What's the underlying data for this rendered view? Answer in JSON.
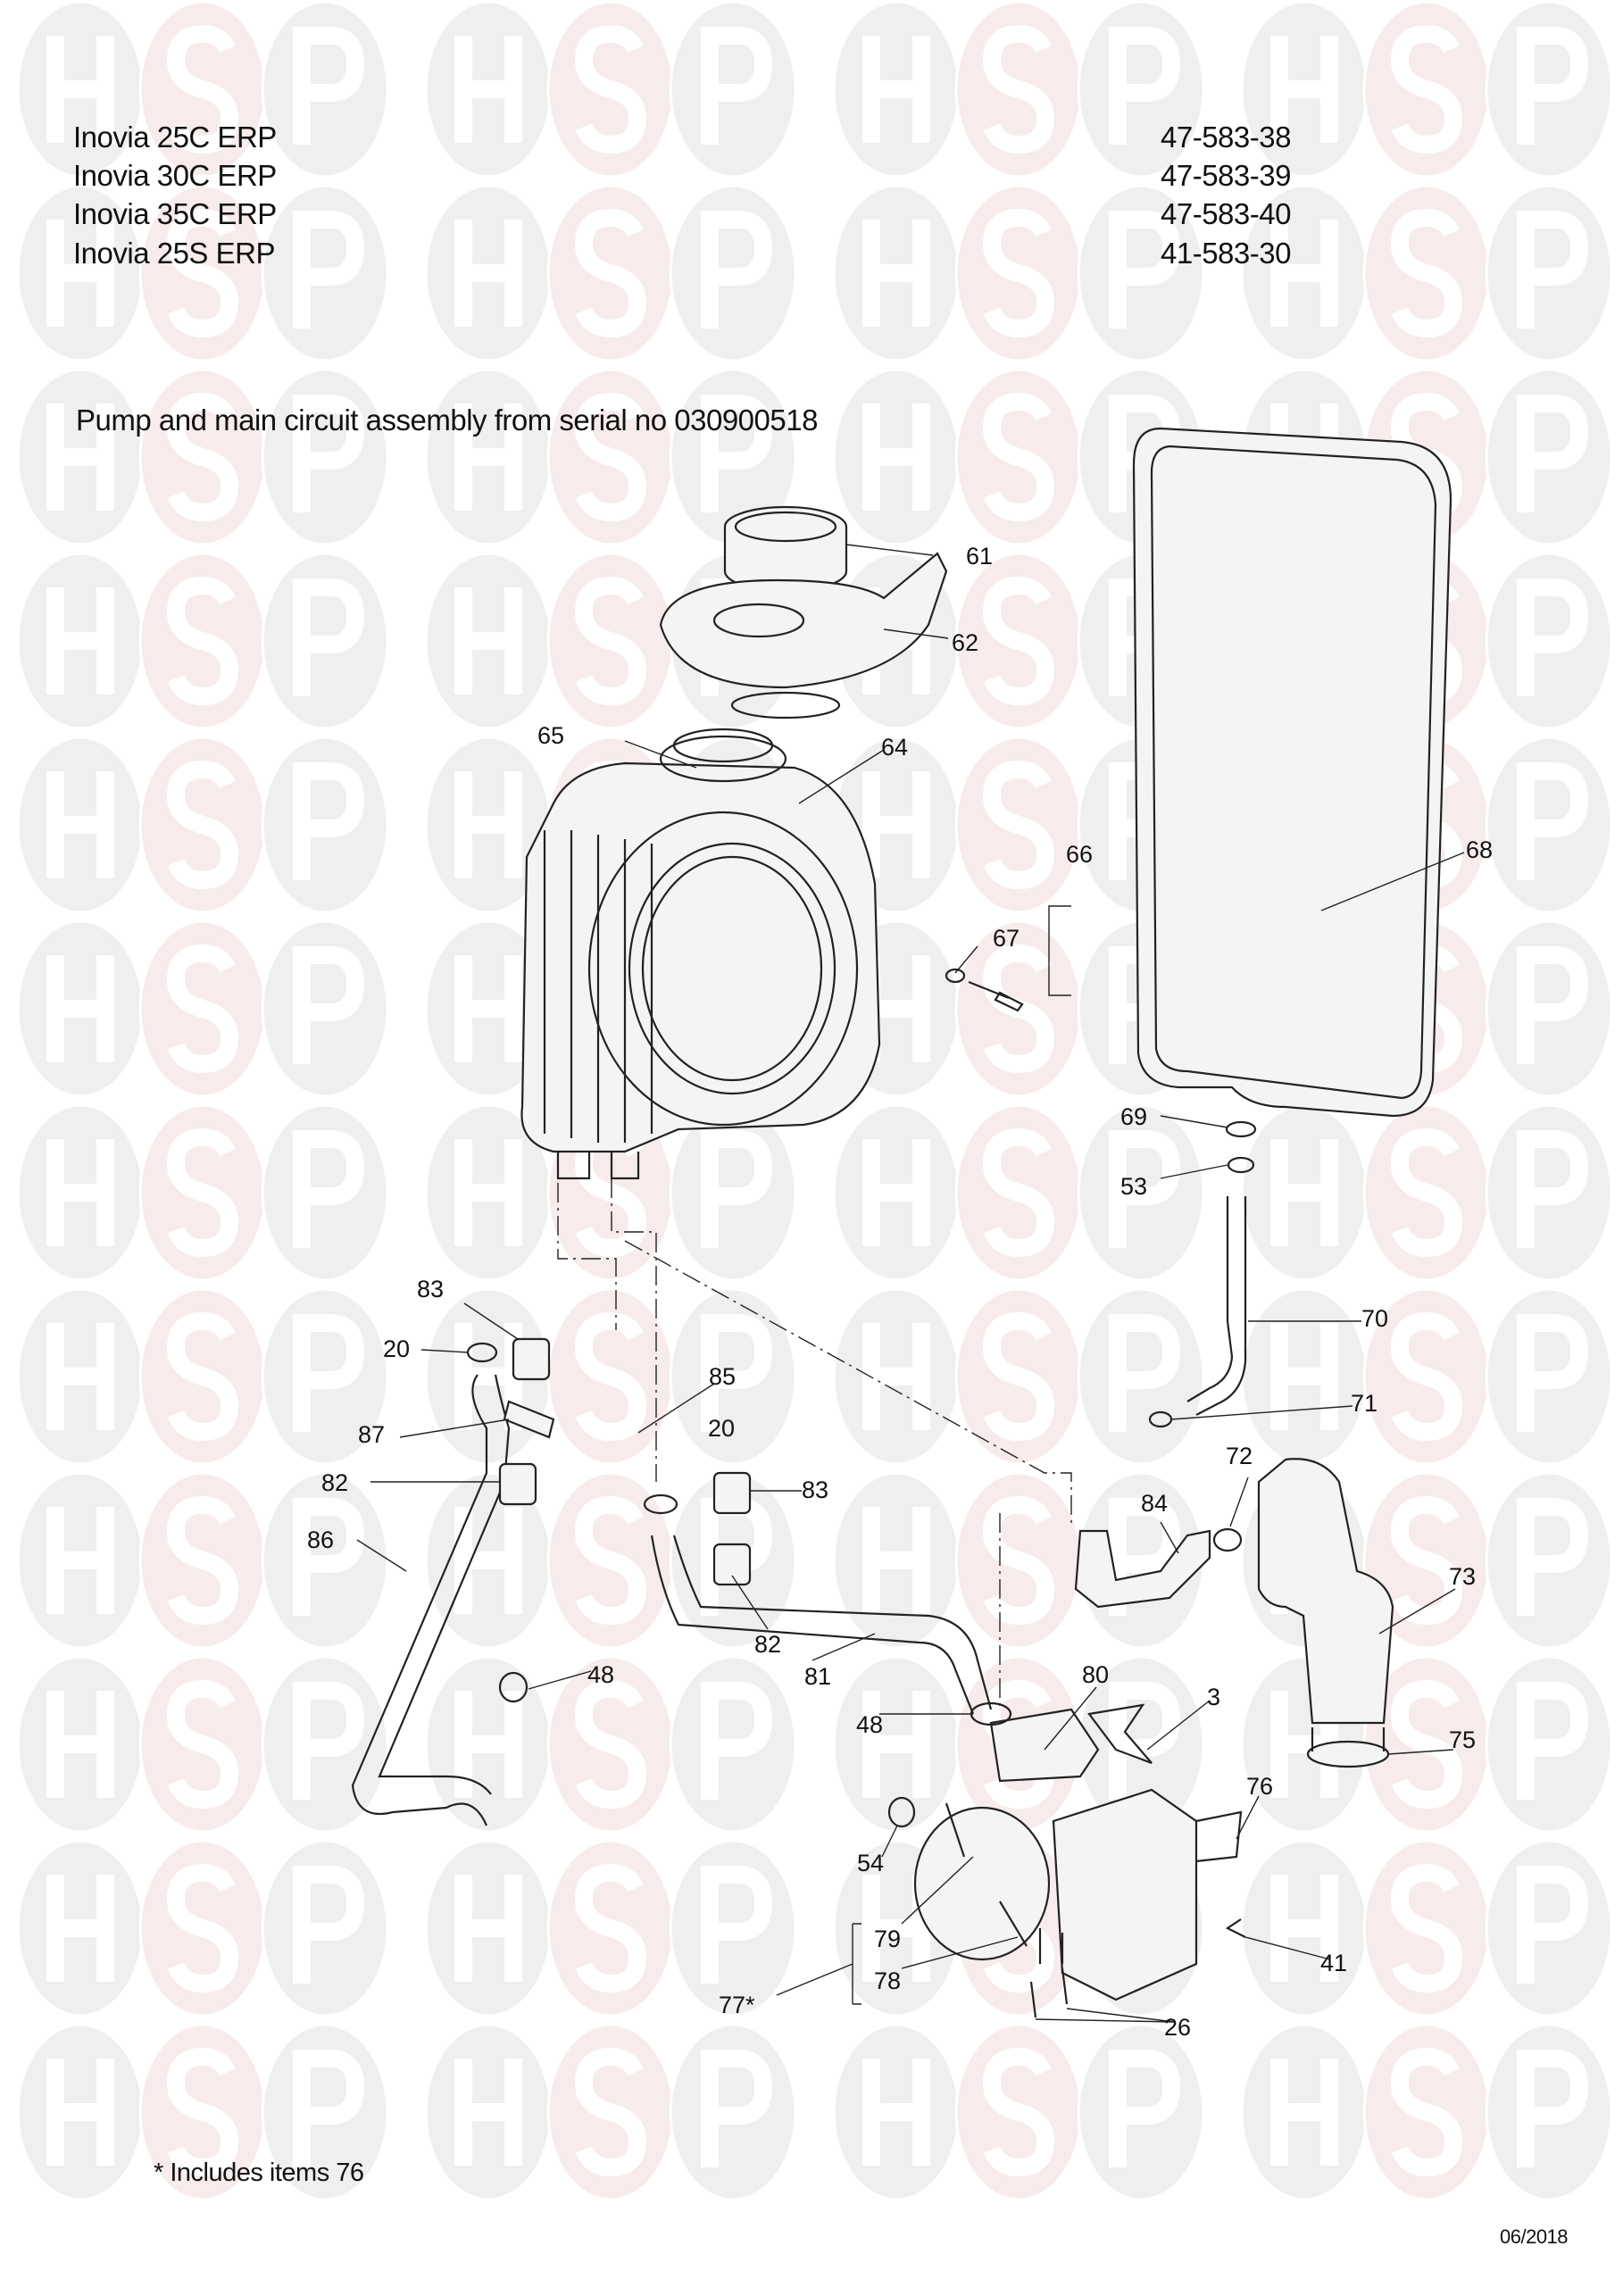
{
  "watermark": {
    "text": [
      "H",
      "S",
      "P"
    ],
    "colors": {
      "circle": "#efefef",
      "accent": "#f7ebeb"
    }
  },
  "models": [
    {
      "name": "Inovia 25C ERP",
      "code": "47-583-38"
    },
    {
      "name": "Inovia 30C ERP",
      "code": "47-583-39"
    },
    {
      "name": "Inovia 35C ERP",
      "code": "47-583-40"
    },
    {
      "name": "Inovia 25S ERP",
      "code": "41-583-30"
    }
  ],
  "subtitle": "Pump and main circuit assembly from serial no 030900518",
  "labels": [
    "61",
    "62",
    "65",
    "64",
    "66",
    "67",
    "68",
    "69",
    "53",
    "70",
    "83",
    "20",
    "85",
    "71",
    "20",
    "87",
    "72",
    "82",
    "83",
    "84",
    "86",
    "73",
    "82",
    "81",
    "48",
    "80",
    "3",
    "48",
    "75",
    "76",
    "54",
    "79",
    "41",
    "78",
    "77*",
    "26"
  ],
  "footnote": "* Includes items 76",
  "date": "06/2018"
}
